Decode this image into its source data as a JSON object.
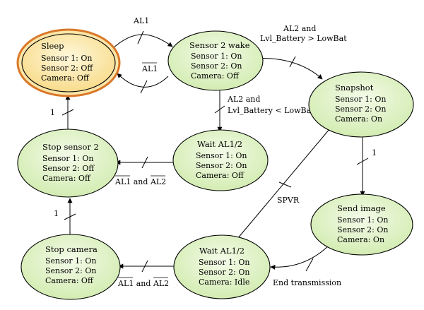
{
  "states": {
    "sleep": {
      "title": "Sleep",
      "lines": [
        "Sensor 1: On",
        "Sensor 2: Off",
        "Camera: Off"
      ]
    },
    "sensor2_wake": {
      "title": "Sensor 2 wake",
      "lines": [
        "Sensor 1: On",
        "Sensor 2: On",
        "Camera: Off"
      ]
    },
    "snapshot": {
      "title": "Snapshot",
      "lines": [
        "Sensor 1: On",
        "Sensor 2: On",
        "Camera: On"
      ]
    },
    "stop_sensor2": {
      "title": "Stop sensor 2",
      "lines": [
        "Sensor 1: On",
        "Sensor 2: Off",
        "Camera: Off"
      ]
    },
    "wait_a": {
      "title": "Wait AL1/2",
      "lines": [
        "Sensor 1: On",
        "Sensor 2: On",
        "Camera: Off"
      ]
    },
    "send_image": {
      "title": "Send image",
      "lines": [
        "Sensor 1: On",
        "Sensor 2: On",
        "Camera: On"
      ]
    },
    "stop_camera": {
      "title": "Stop camera",
      "lines": [
        "Sensor 1: On",
        "Sensor 2: On",
        "Camera: Off"
      ]
    },
    "wait_b": {
      "title": "Wait AL1/2",
      "lines": [
        "Sensor 1: On",
        "Sensor 2: On",
        "Camera: Idle"
      ]
    }
  },
  "labels": {
    "al1": "AL1",
    "al1_bar": "AL1",
    "al2_high_1": "AL2 and",
    "al2_high_2": "Lvl_Battery > LowBat",
    "al2_low_1": "AL2 and",
    "al2_low_2": "Lvl_Battery < LowBat",
    "one_snapshot": "1",
    "one_stop_sensor2": "1",
    "one_stop_camera": "1",
    "spvr": "SPVR",
    "end_transmission": "End transmission",
    "not_al1_al2_upper": {
      "a": "AL1",
      "and": " and ",
      "b": "AL2"
    },
    "not_al1_al2_lower": {
      "a": "AL1",
      "and": " and ",
      "b": "AL2"
    }
  },
  "colors": {
    "state_fill": "#dff2c4",
    "state_fill_initial": "#fbe6a8",
    "initial_outer_stroke": "#d9782a"
  }
}
